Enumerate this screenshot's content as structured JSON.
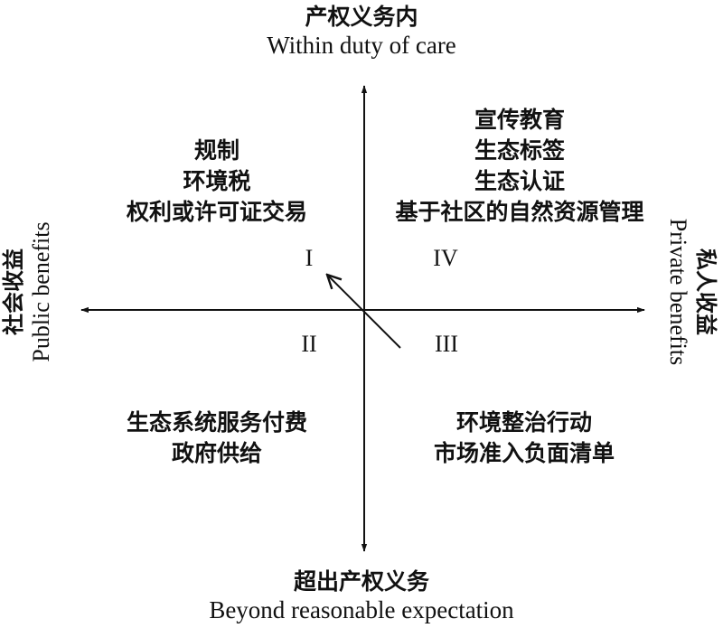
{
  "axes": {
    "top": {
      "zh": "产权义务内",
      "en": "Within duty of care"
    },
    "bottom": {
      "zh": "超出产权义务",
      "en": "Beyond reasonable expectation"
    },
    "left": {
      "zh": "社会收益",
      "en": "Public benefits"
    },
    "right": {
      "zh": "私人收益",
      "en": "Private benefits"
    }
  },
  "quadrants": {
    "I": {
      "numeral": "I",
      "items": [
        "规制",
        "环境税",
        "权利或许可证交易"
      ]
    },
    "II": {
      "numeral": "II",
      "items": [
        "生态系统服务付费",
        "政府供给"
      ]
    },
    "III": {
      "numeral": "III",
      "items": [
        "环境整治行动",
        "市场准入负面清单"
      ]
    },
    "IV": {
      "numeral": "IV",
      "items": [
        "宣传教育",
        "生态标签",
        "生态认证",
        "基于社区的自然资源管理"
      ]
    }
  },
  "colors": {
    "ink": "#111111",
    "background": "#ffffff"
  }
}
